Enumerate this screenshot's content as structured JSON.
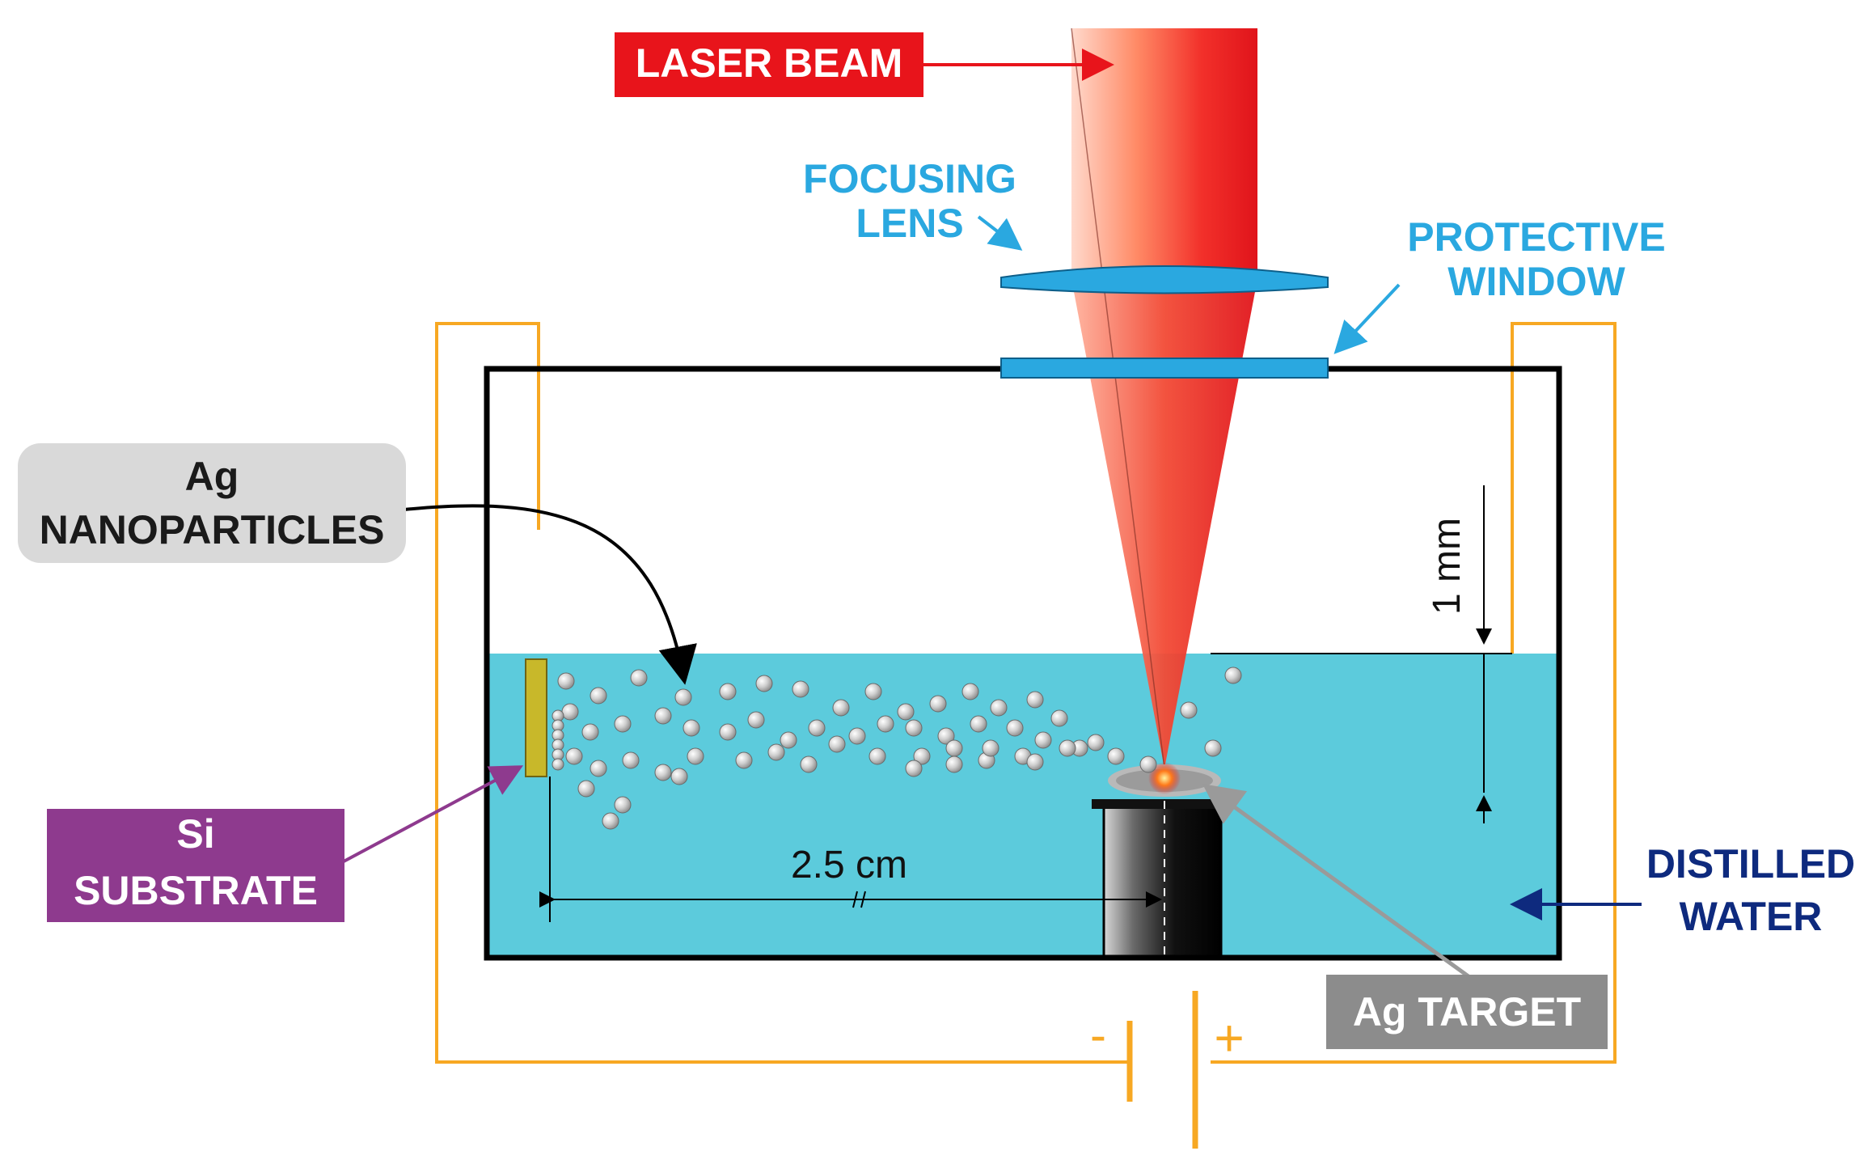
{
  "labels": {
    "laser_beam": "LASER BEAM",
    "focusing_lens_line1": "FOCUSING",
    "focusing_lens_line2": "LENS",
    "protective_window_line1": "PROTECTIVE",
    "protective_window_line2": "WINDOW",
    "ag_nanoparticles_line1": "Ag",
    "ag_nanoparticles_line2": "NANOPARTICLES",
    "si_substrate_line1": "Si",
    "si_substrate_line2": "SUBSTRATE",
    "distilled_water_line1": "DISTILLED",
    "distilled_water_line2": "WATER",
    "ag_target": "Ag TARGET",
    "distance": "2.5 cm",
    "depth": "1 mm",
    "minus": "-",
    "plus": "+"
  },
  "colors": {
    "laser_red": "#e8141b",
    "label_cyan": "#2aa8e0",
    "water": "#5ccbdc",
    "wire_orange": "#f7a823",
    "substrate_purple": "#8e3a8e",
    "navy_text": "#0e2a7e",
    "target_box_gray": "#8c8c8c",
    "nanoparticle_box_gray": "#d9d9d9"
  }
}
